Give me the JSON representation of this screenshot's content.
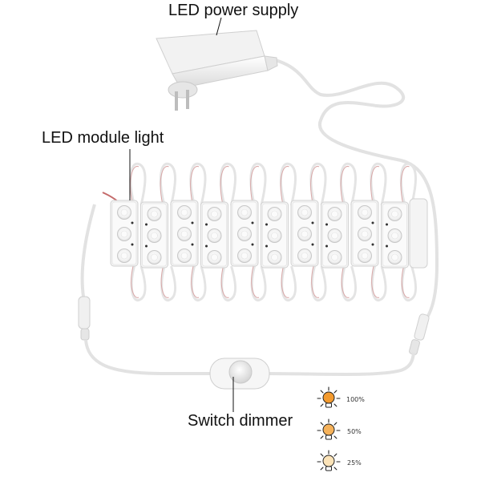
{
  "labels": {
    "power_supply": "LED power supply",
    "module_light": "LED module light",
    "switch_dimmer": "Switch dimmer"
  },
  "brightness_levels": [
    {
      "text": "100%",
      "level": 1.0,
      "color": "#f39a2e"
    },
    {
      "text": "50%",
      "level": 0.5,
      "color": "#f6b25a"
    },
    {
      "text": "25%",
      "level": 0.25,
      "color": "#fbe3b8"
    }
  ],
  "colors": {
    "cable": "#e4e4e4",
    "module": "#f4f4f4",
    "led": "#fbfbfb",
    "wire_red": "#d9a7a7"
  }
}
